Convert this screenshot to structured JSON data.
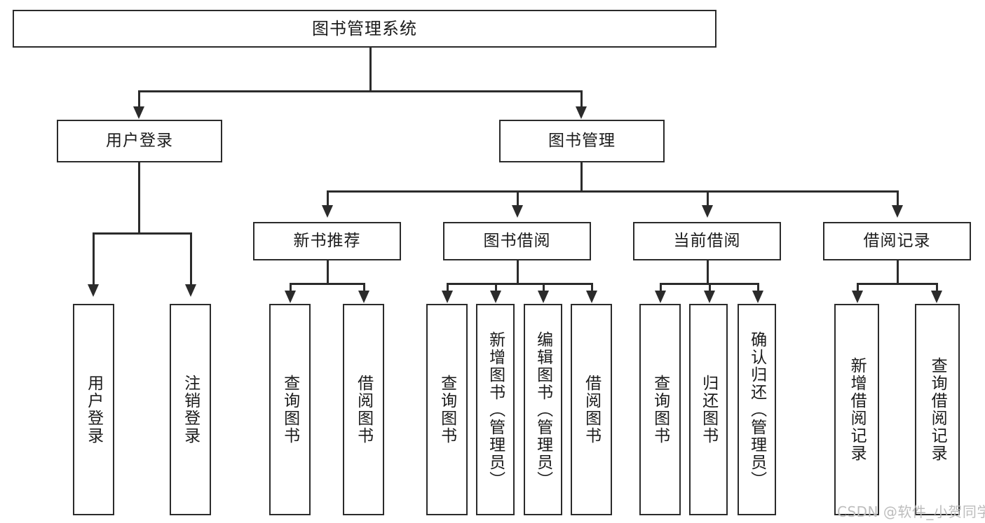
{
  "diagram": {
    "title_node": {
      "label": "图书管理系统"
    },
    "level1": [
      {
        "id": "user-login",
        "label": "用户登录"
      },
      {
        "id": "book-management",
        "label": "图书管理"
      }
    ],
    "level2": [
      {
        "id": "new-book-recommend",
        "label": "新书推荐"
      },
      {
        "id": "book-borrow",
        "label": "图书借阅"
      },
      {
        "id": "current-borrow",
        "label": "当前借阅"
      },
      {
        "id": "borrow-record",
        "label": "借阅记录"
      }
    ],
    "leaves": {
      "user_login": [
        {
          "id": "leaf-user-login",
          "label": "用户登录"
        },
        {
          "id": "leaf-logout-login",
          "label": "注销登录"
        }
      ],
      "new_book_recommend": [
        {
          "id": "leaf-query-book-1",
          "label": "查询图书"
        },
        {
          "id": "leaf-borrow-book-1",
          "label": "借阅图书"
        }
      ],
      "book_borrow": [
        {
          "id": "leaf-query-book-2",
          "label": "查询图书"
        },
        {
          "id": "leaf-add-book",
          "label": "新增图书（管理员）"
        },
        {
          "id": "leaf-edit-book",
          "label": "编辑图书（管理员）"
        },
        {
          "id": "leaf-borrow-book-2",
          "label": "借阅图书"
        }
      ],
      "current_borrow": [
        {
          "id": "leaf-query-book-3",
          "label": "查询图书"
        },
        {
          "id": "leaf-return-book",
          "label": "归还图书"
        },
        {
          "id": "leaf-confirm-return",
          "label": "确认归还（管理员）"
        }
      ],
      "borrow_record": [
        {
          "id": "leaf-add-record",
          "label": "新增借阅记录"
        },
        {
          "id": "leaf-query-record",
          "label": "查询借阅记录"
        }
      ]
    },
    "watermark": "CSDN @软件_小贺同学",
    "colors": {
      "stroke": "#2b2b2b",
      "background": "#ffffff",
      "text": "#1b1b1b",
      "watermark": "#bdbdbd"
    }
  }
}
